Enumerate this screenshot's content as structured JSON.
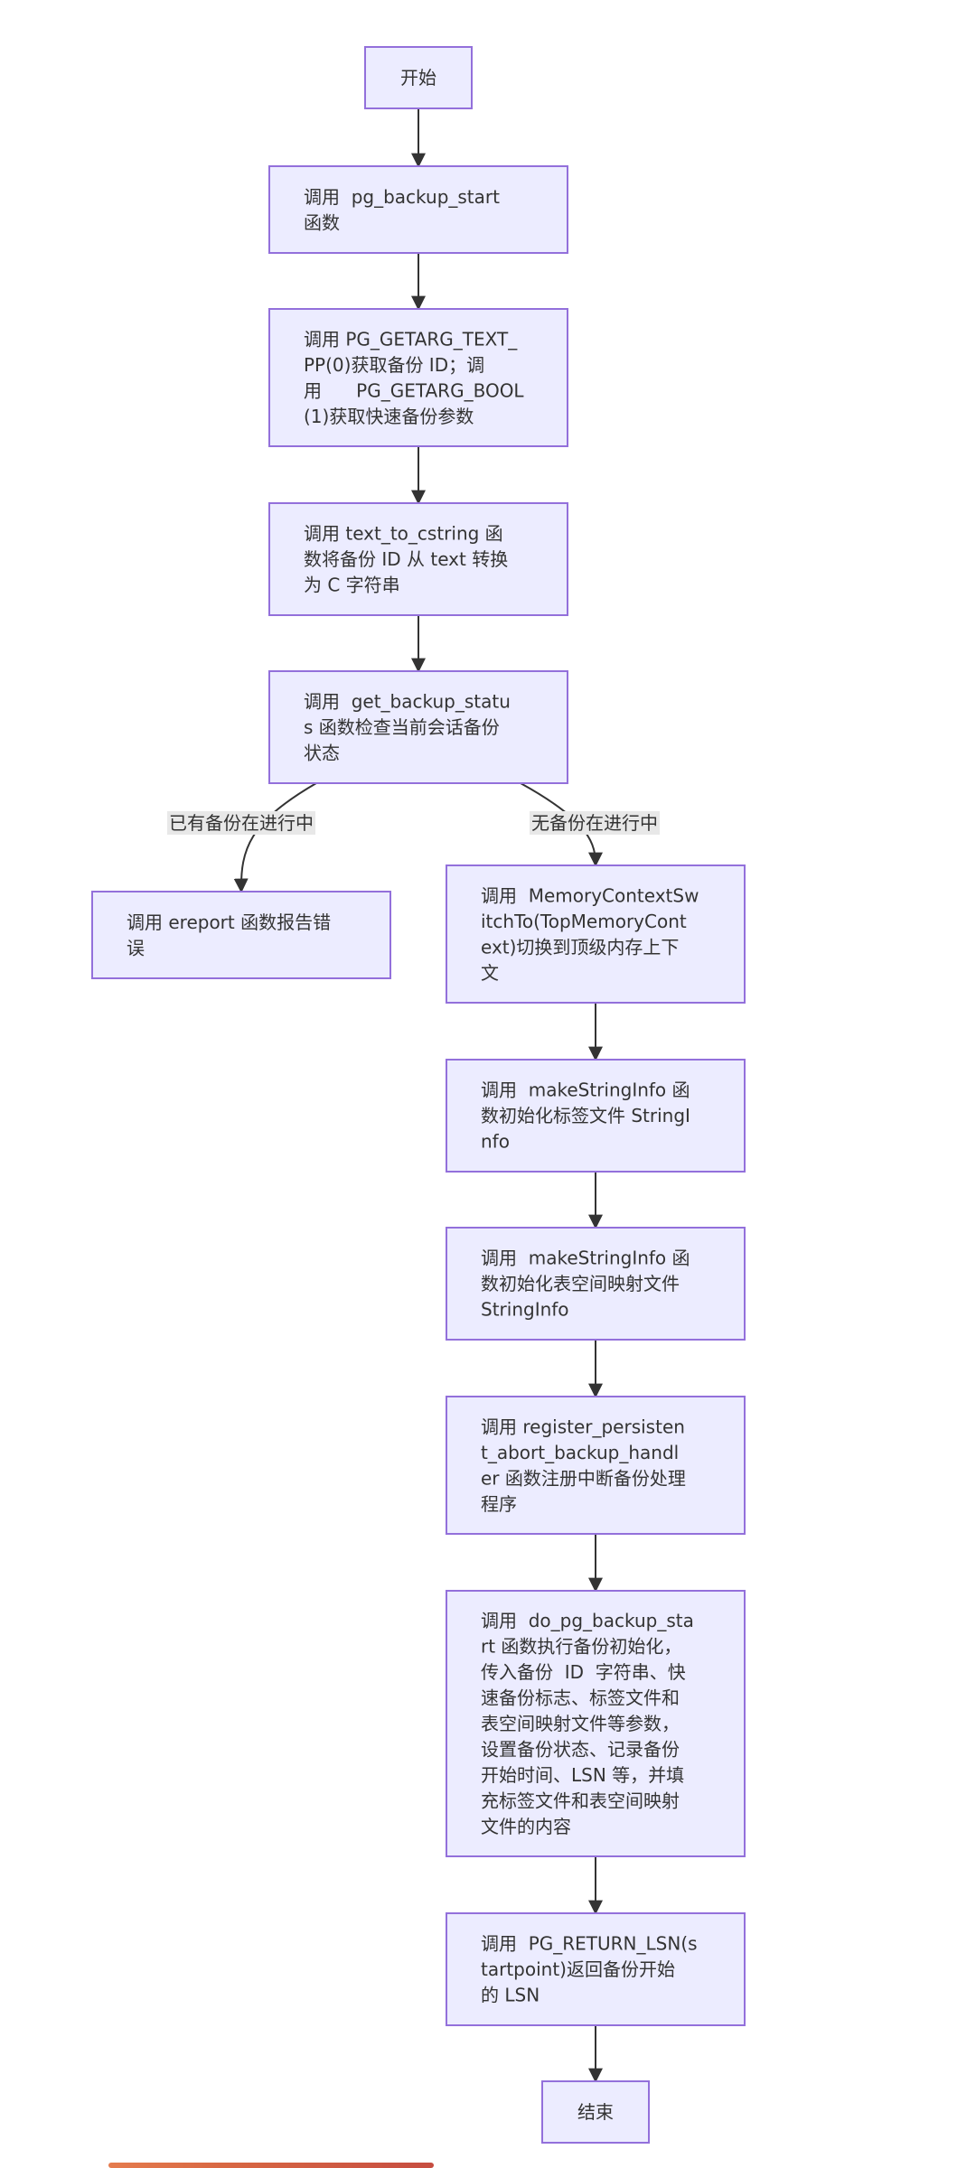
{
  "diagram": {
    "type": "flowchart",
    "colors": {
      "node_fill": "#ececff",
      "node_stroke": "#9370db",
      "edge": "#333333",
      "label_bg": "#e8e8e8",
      "text": "#333333"
    },
    "nodes": [
      {
        "id": "start",
        "lines": [
          "开始"
        ]
      },
      {
        "id": "call-backup-start",
        "lines": [
          "调用  pg_backup_start",
          "函数"
        ]
      },
      {
        "id": "getarg",
        "lines": [
          "调用 PG_GETARG_TEXT_",
          "PP(0)获取备份 ID；调",
          "用      PG_GETARG_BOOL",
          "(1)获取快速备份参数"
        ]
      },
      {
        "id": "text-to-cstring",
        "lines": [
          "调用 text_to_cstring 函",
          "数将备份 ID 从 text 转换",
          "为 C 字符串"
        ]
      },
      {
        "id": "get-backup-status",
        "lines": [
          "调用  get_backup_statu",
          "s 函数检查当前会话备份",
          "状态"
        ]
      },
      {
        "id": "ereport",
        "lines": [
          "调用 ereport 函数报告错",
          "误"
        ]
      },
      {
        "id": "memory-context",
        "lines": [
          "调用  MemoryContextSw",
          "itchTo(TopMemoryCont",
          "ext)切换到顶级内存上下",
          "文"
        ]
      },
      {
        "id": "make-label-info",
        "lines": [
          "调用  makeStringInfo 函",
          "数初始化标签文件 StringI",
          "nfo"
        ]
      },
      {
        "id": "make-tblspc-info",
        "lines": [
          "调用  makeStringInfo 函",
          "数初始化表空间映射文件",
          "StringInfo"
        ]
      },
      {
        "id": "register-abort",
        "lines": [
          "调用 register_persisten",
          "t_abort_backup_handl",
          "er 函数注册中断备份处理",
          "程序"
        ]
      },
      {
        "id": "do-backup-start",
        "lines": [
          "调用  do_pg_backup_sta",
          "rt 函数执行备份初始化，",
          "传入备份  ID  字符串、快",
          "速备份标志、标签文件和",
          "表空间映射文件等参数，",
          "设置备份状态、记录备份",
          "开始时间、LSN 等，并填",
          "充标签文件和表空间映射",
          "文件的内容"
        ]
      },
      {
        "id": "return-lsn",
        "lines": [
          "调用  PG_RETURN_LSN(s",
          "tartpoint)返回备份开始",
          "的 LSN"
        ]
      },
      {
        "id": "end",
        "lines": [
          "结束"
        ]
      }
    ],
    "edges": [
      {
        "from": "start",
        "to": "call-backup-start",
        "label": ""
      },
      {
        "from": "call-backup-start",
        "to": "getarg",
        "label": ""
      },
      {
        "from": "getarg",
        "to": "text-to-cstring",
        "label": ""
      },
      {
        "from": "text-to-cstring",
        "to": "get-backup-status",
        "label": ""
      },
      {
        "from": "get-backup-status",
        "to": "ereport",
        "label": "已有备份在进行中"
      },
      {
        "from": "get-backup-status",
        "to": "memory-context",
        "label": "无备份在进行中"
      },
      {
        "from": "memory-context",
        "to": "make-label-info",
        "label": ""
      },
      {
        "from": "make-label-info",
        "to": "make-tblspc-info",
        "label": ""
      },
      {
        "from": "make-tblspc-info",
        "to": "register-abort",
        "label": ""
      },
      {
        "from": "register-abort",
        "to": "do-backup-start",
        "label": ""
      },
      {
        "from": "do-backup-start",
        "to": "return-lsn",
        "label": ""
      },
      {
        "from": "return-lsn",
        "to": "end",
        "label": ""
      }
    ]
  }
}
